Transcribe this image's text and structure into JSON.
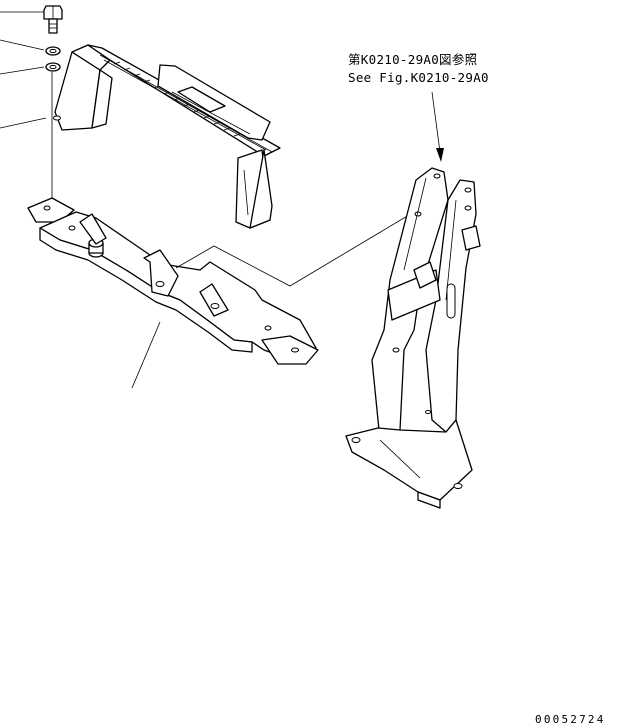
{
  "reference_note": {
    "line_ja": "第K0210-29A0図参照",
    "line_en": "See Fig.K0210-29A0"
  },
  "drawing_code": "00052724",
  "parts": {
    "bolt": "bolt-icon",
    "washer_upper": "washer-icon",
    "washer_lower": "washer-icon",
    "upper_bracket": "bracket-icon",
    "lower_frame": "frame-icon",
    "column_stand": "column-icon"
  },
  "colors": {
    "line": "#000000",
    "background": "#ffffff"
  }
}
